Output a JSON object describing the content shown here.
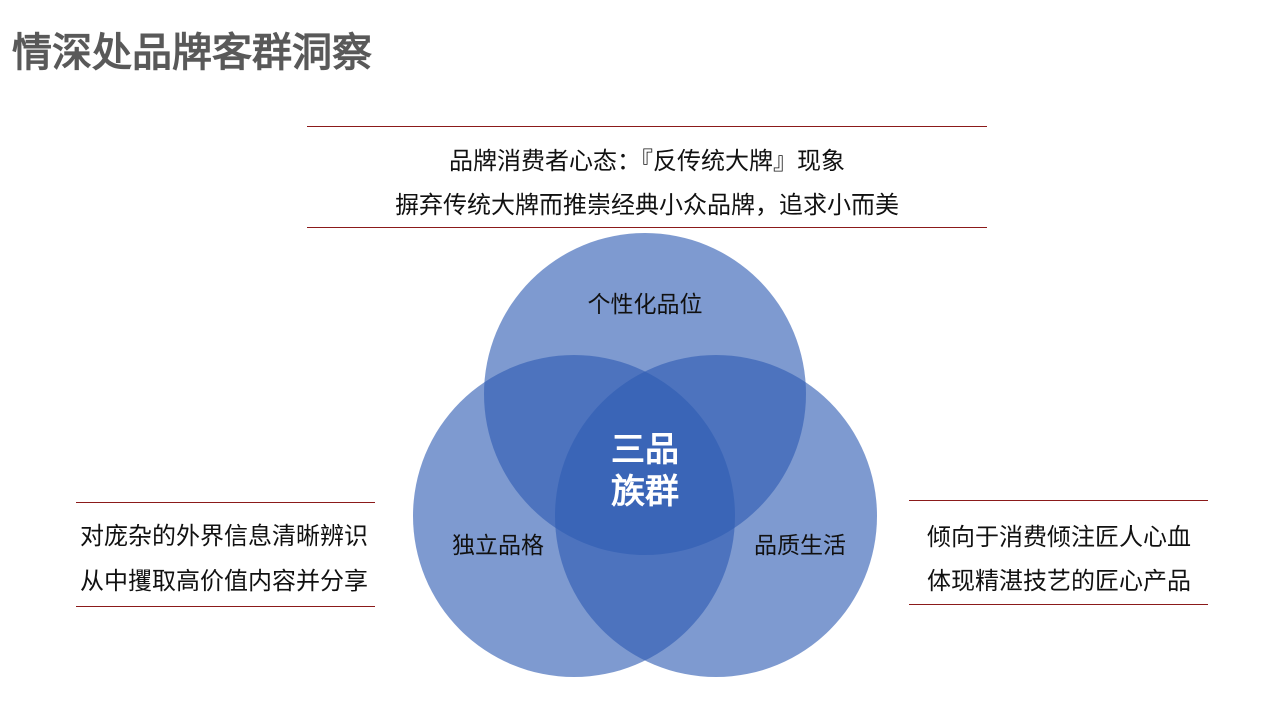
{
  "title": "情深处品牌客群洞察",
  "top_text": {
    "line1": "品牌消费者心态：『反传统大牌』现象",
    "line2": "摒弃传统大牌而推崇经典小众品牌，追求小而美"
  },
  "left_text": {
    "line1": "对庞杂的外界信息清晰辨识",
    "line2": "从中攫取高价值内容并分享"
  },
  "right_text": {
    "line1": "倾向于消费倾注匠人心血",
    "line2": "体现精湛技艺的匠心产品"
  },
  "venn": {
    "top_circle_label": "个性化品位",
    "left_circle_label": "独立品格",
    "right_circle_label": "品质生活",
    "center_label_line1": "三品",
    "center_label_line2": "族群"
  },
  "colors": {
    "circle_fill": "#2e5cb3",
    "divider": "#8b1a1a",
    "title": "#595959"
  }
}
